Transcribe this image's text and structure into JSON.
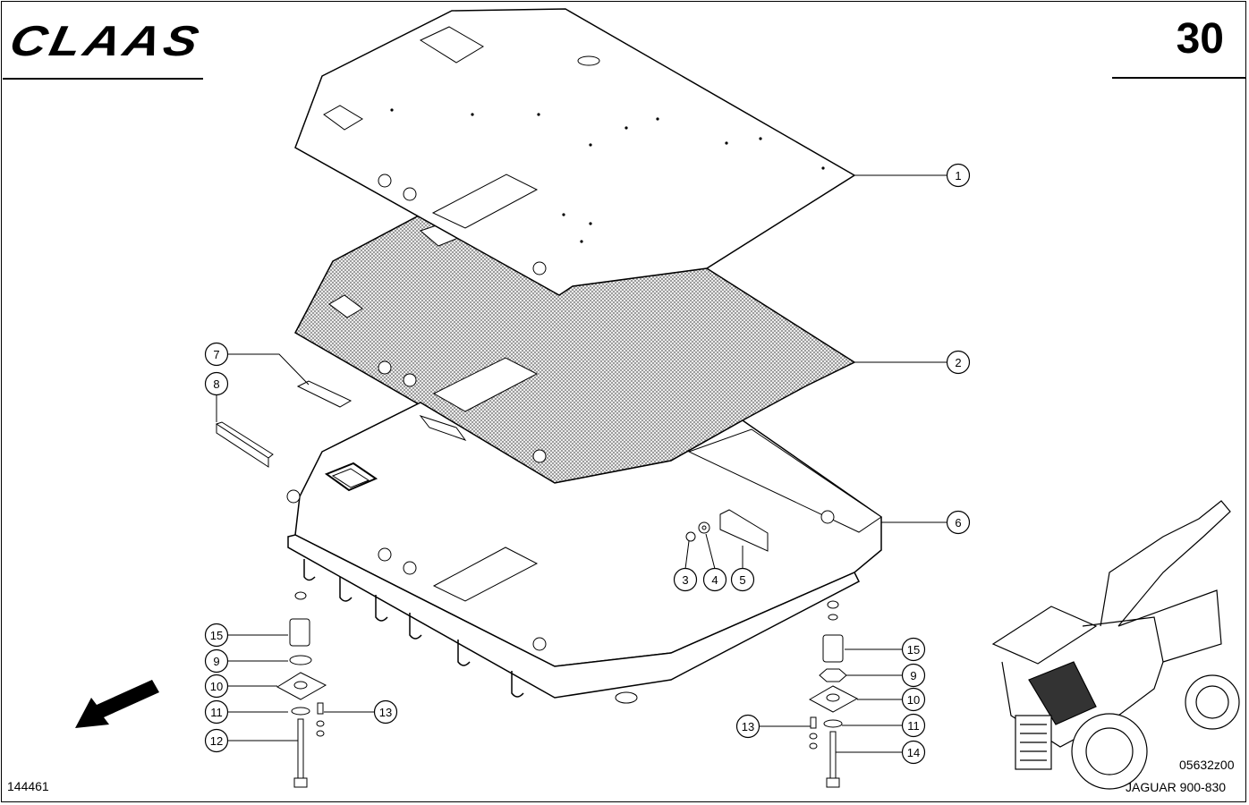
{
  "header": {
    "brand": "CLAAS",
    "page_number": "30"
  },
  "footer": {
    "drawing_id": "144461",
    "reference_code": "05632z00",
    "model": "JAGUAR 900-830"
  },
  "callouts": {
    "c1": "1",
    "c2": "2",
    "c3": "3",
    "c4": "4",
    "c5": "5",
    "c6": "6",
    "c7": "7",
    "c8": "8",
    "c9a": "9",
    "c9b": "9",
    "c10a": "10",
    "c10b": "10",
    "c11a": "11",
    "c11b": "11",
    "c12": "12",
    "c13a": "13",
    "c13b": "13",
    "c14": "14",
    "c15a": "15",
    "c15b": "15"
  },
  "colors": {
    "ink": "#000000",
    "paper": "#ffffff",
    "mesh": "#9a9a9a"
  },
  "icons": [
    "direction-arrow-icon",
    "harvester-thumbnail-icon"
  ]
}
